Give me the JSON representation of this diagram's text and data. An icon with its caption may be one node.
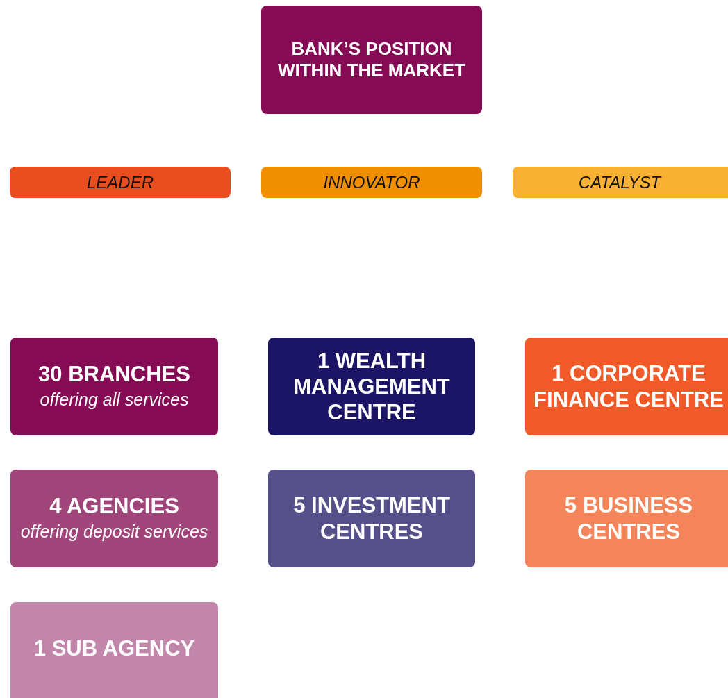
{
  "diagram": {
    "nodes": [
      {
        "text": [
          "BANK’S POSITION WITHIN THE MARKET"
        ]
      },
      {
        "text": [
          "LEADER"
        ]
      },
      {
        "text": [
          "INNOVATOR"
        ]
      },
      {
        "text": [
          "CATALYST"
        ]
      },
      {
        "text": [
          "30 BRANCHES",
          "offering all services"
        ]
      },
      {
        "text": [
          "1 WEALTH MANAGEMENT CENTRE"
        ]
      },
      {
        "text": [
          "1 CORPORATE FINANCE CENTRE"
        ]
      },
      {
        "text": [
          "4 AGENCIES",
          "offering deposit services"
        ]
      },
      {
        "text": [
          "5 INVESTMENT CENTRES"
        ]
      },
      {
        "text": [
          "5 BUSINESS CENTRES"
        ]
      },
      {
        "text": [
          "1 SUB AGENCY"
        ]
      }
    ]
  }
}
